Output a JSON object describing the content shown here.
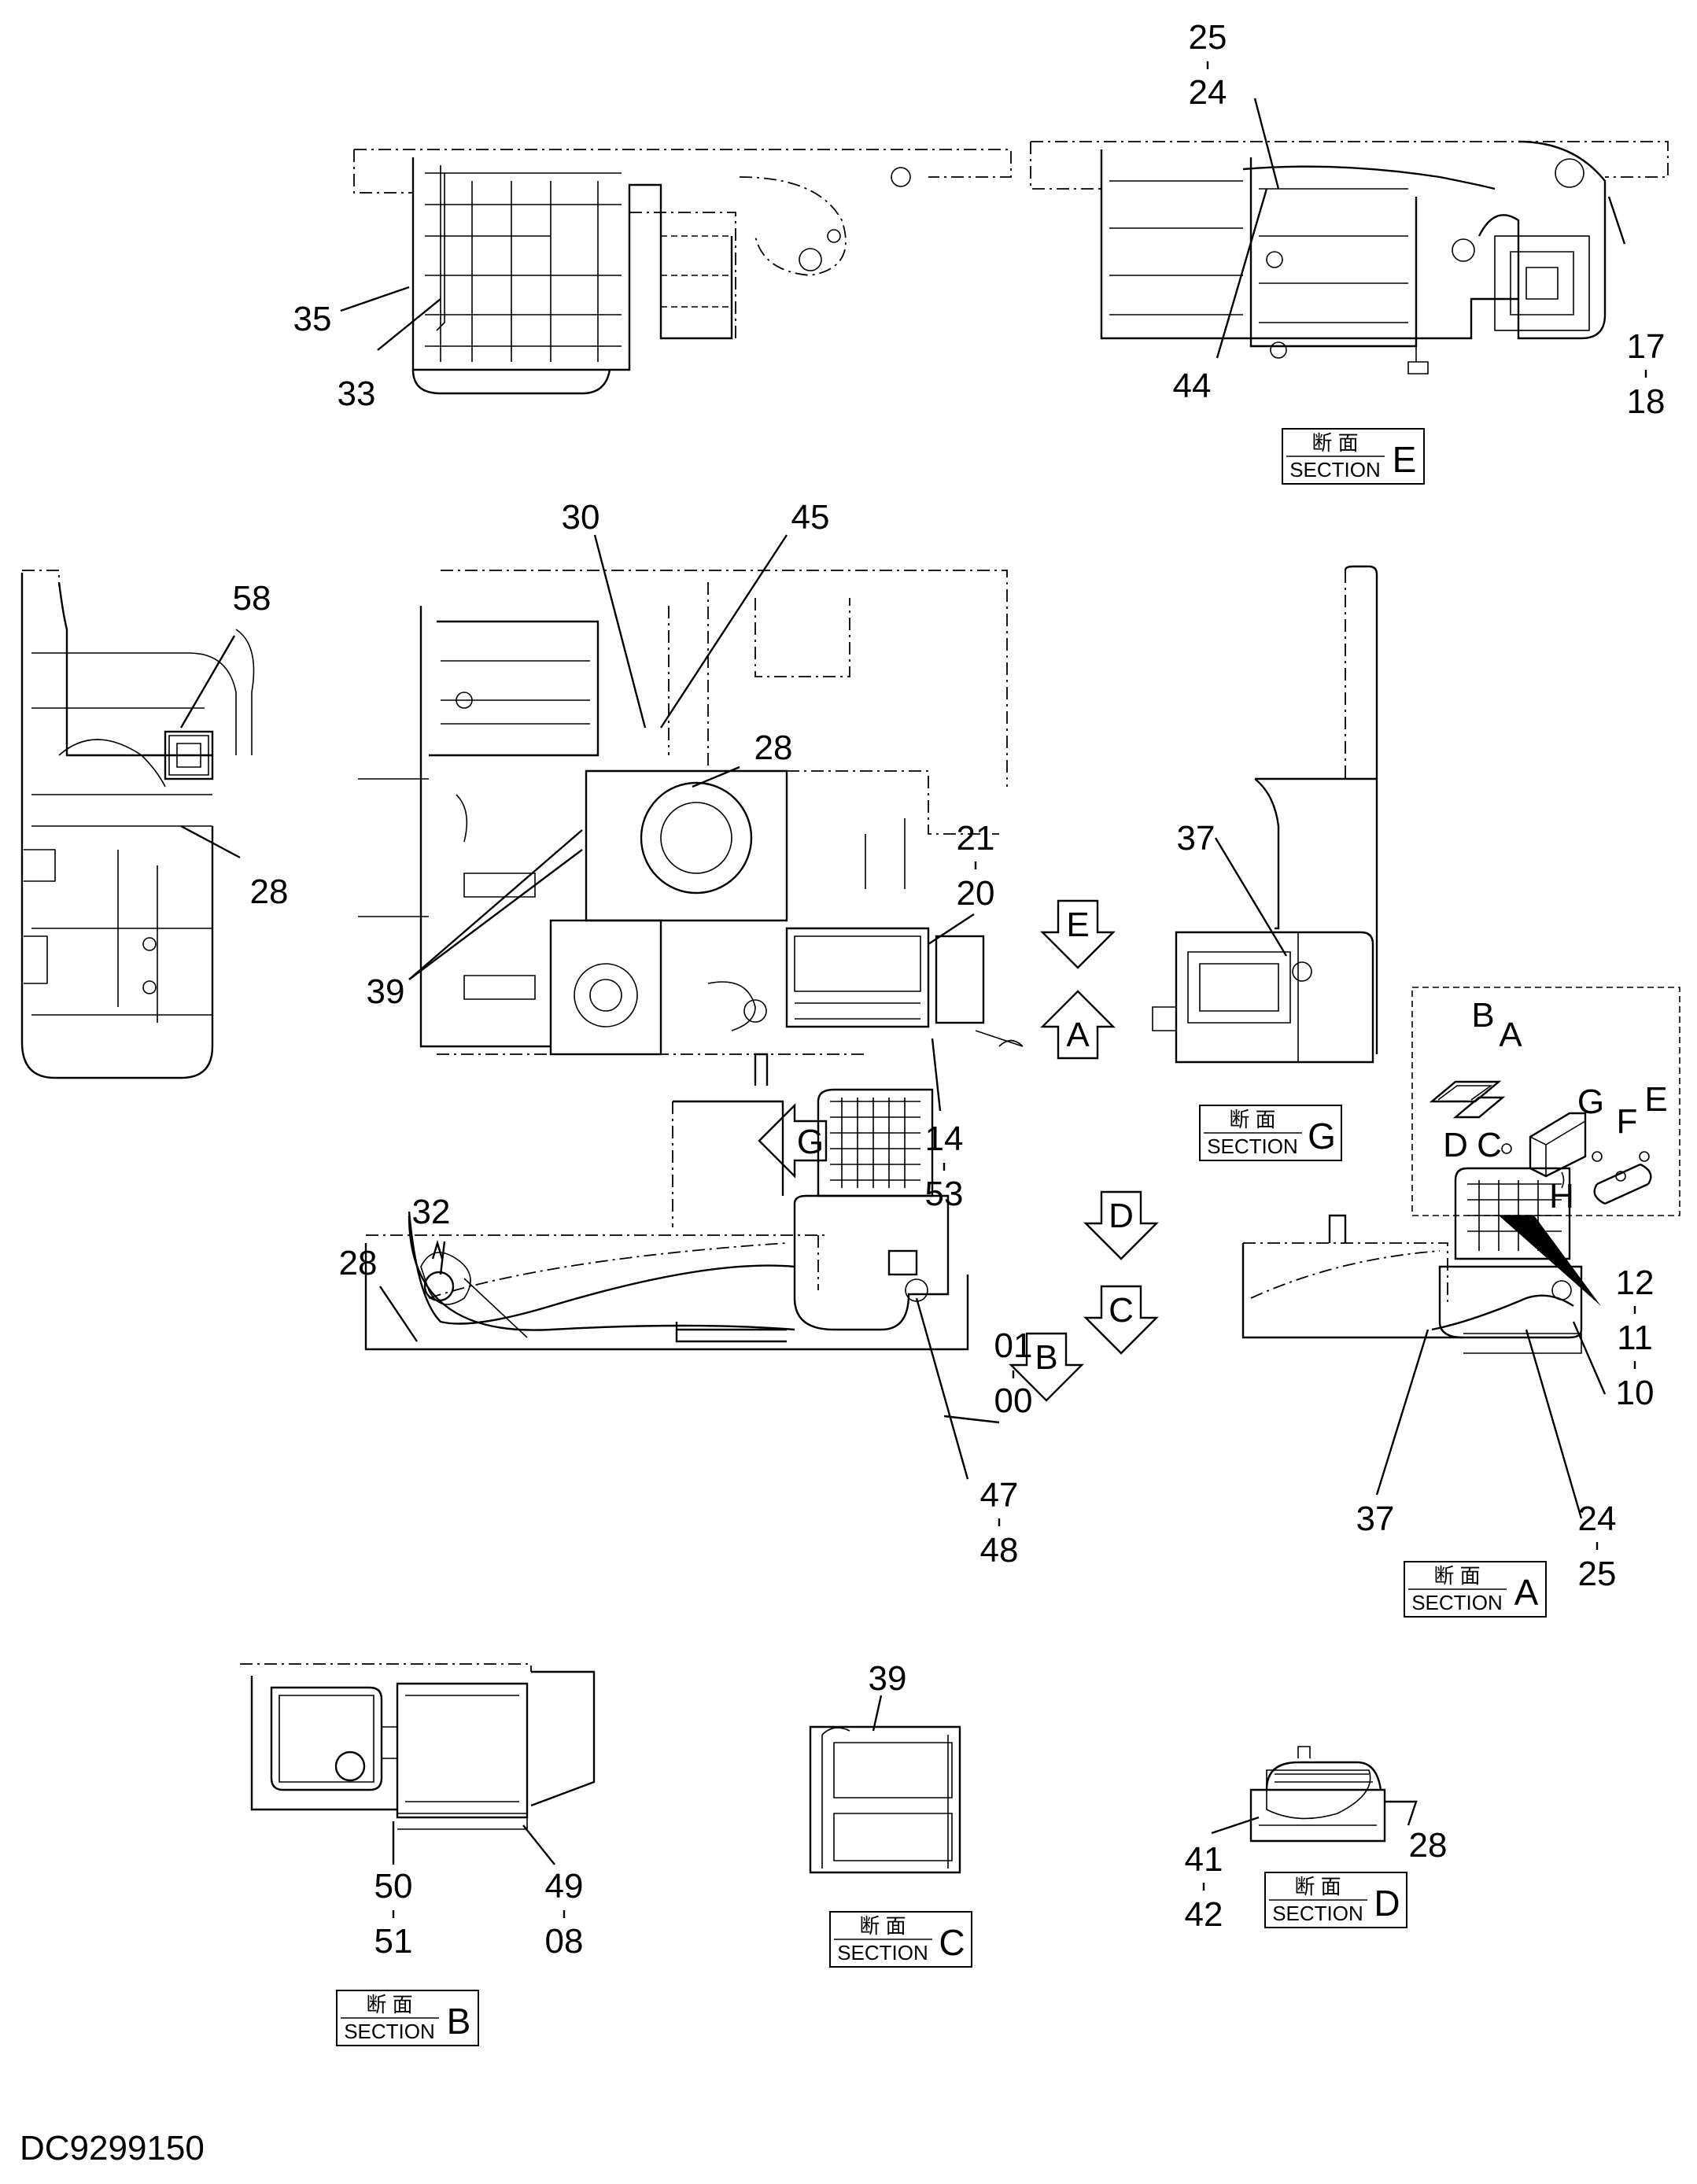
{
  "drawing_code": "DC9299150",
  "section_kanji": "断 面",
  "section_word": "SECTION",
  "sections": {
    "E": "E",
    "G": "G",
    "A": "A",
    "B": "B",
    "C": "C",
    "D": "D"
  },
  "view_arrows": {
    "E": "E",
    "A": "A",
    "G": "G",
    "D": "D",
    "C": "C",
    "B": "B"
  },
  "callouts": {
    "c25a": "25",
    "c24a": "24",
    "c35": "35",
    "c33": "33",
    "c44": "44",
    "c17": "17",
    "c18": "18",
    "c30": "30",
    "c45": "45",
    "c58": "58",
    "c28a": "28",
    "c28b": "28",
    "c21": "21",
    "c20": "20",
    "c39a": "39",
    "c37a": "37",
    "c14": "14",
    "c53": "53",
    "c32": "32",
    "c28c": "28",
    "c01": "01",
    "c00": "00",
    "c47": "47",
    "c48": "48",
    "c12": "12",
    "c11": "11",
    "c10": "10",
    "c24b": "24",
    "c25b": "25",
    "c37b": "37",
    "c39b": "39",
    "c50": "50",
    "c51": "51",
    "c49": "49",
    "c08": "08",
    "c41": "41",
    "c42": "42",
    "c28d": "28"
  },
  "detail_letters": {
    "B": "B",
    "A": "A",
    "G": "G",
    "E": "E",
    "F": "F",
    "D": "D",
    "C": "C",
    "H": "H"
  }
}
